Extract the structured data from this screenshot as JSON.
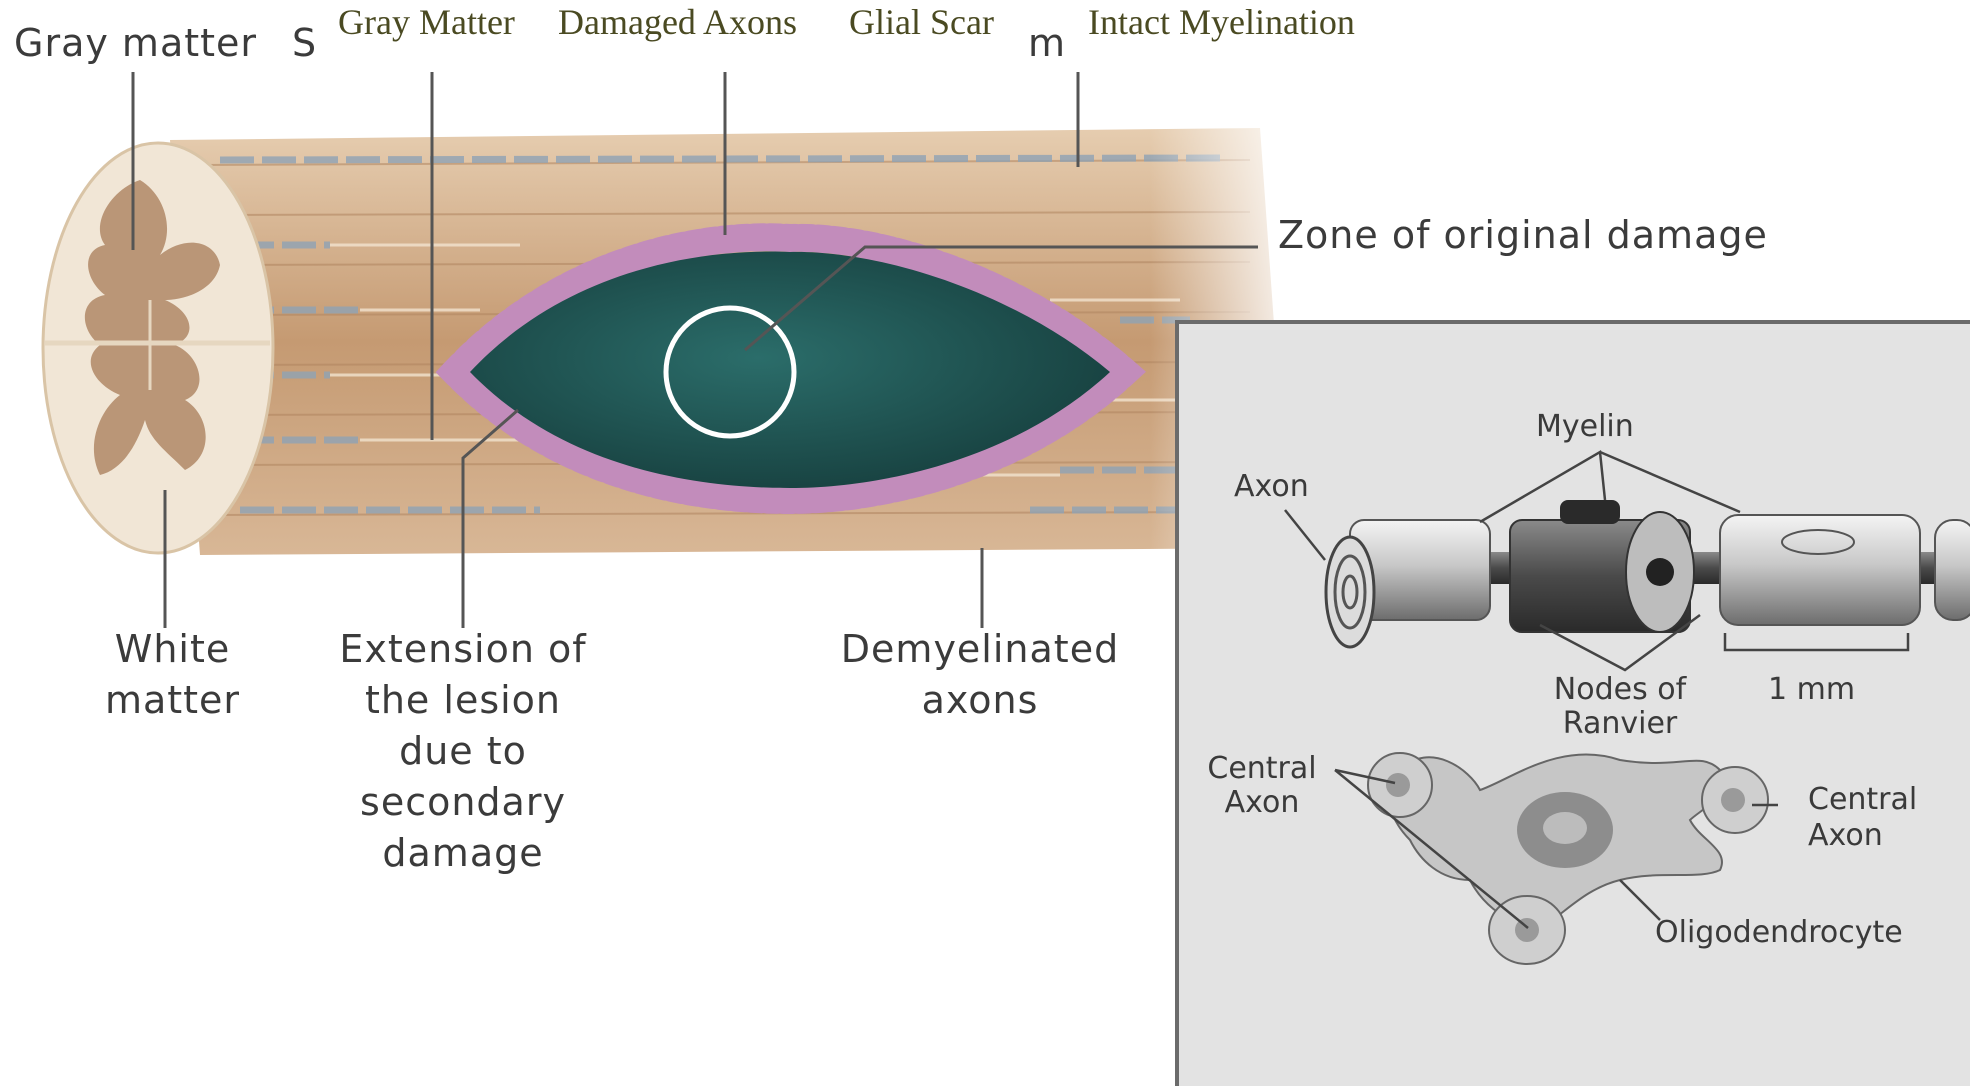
{
  "overlay_labels": [
    "Gray Matter",
    "Damaged Axons",
    "Glial Scar",
    "Intact Myelination"
  ],
  "main": {
    "gray_matter": "Gray matter",
    "severed_axon_partial": "S",
    "myelination_partial": "m",
    "zone_original_damage": "Zone of original damage",
    "white_matter": [
      "White",
      "matter"
    ],
    "extension_lesion": [
      "Extension of",
      "the lesion",
      "due to",
      "secondary",
      "damage"
    ],
    "demyelinated_axons": [
      "Demyelinated",
      "axons"
    ]
  },
  "inset": {
    "axon": "Axon",
    "myelin": "Myelin",
    "nodes_of_ranvier": [
      "Nodes of",
      "Ranvier"
    ],
    "scale": "1 mm",
    "central_axon_left": [
      "Central",
      "Axon"
    ],
    "central_axon_right": [
      "Central",
      "Axon"
    ],
    "oligodendrocyte": "Oligodendrocyte"
  },
  "colors": {
    "lesion": "#1f5a57",
    "glial_cells": "#b97fb3",
    "cord_tissue": "#c9a37e",
    "inset_bg": "#e3e3e3"
  }
}
